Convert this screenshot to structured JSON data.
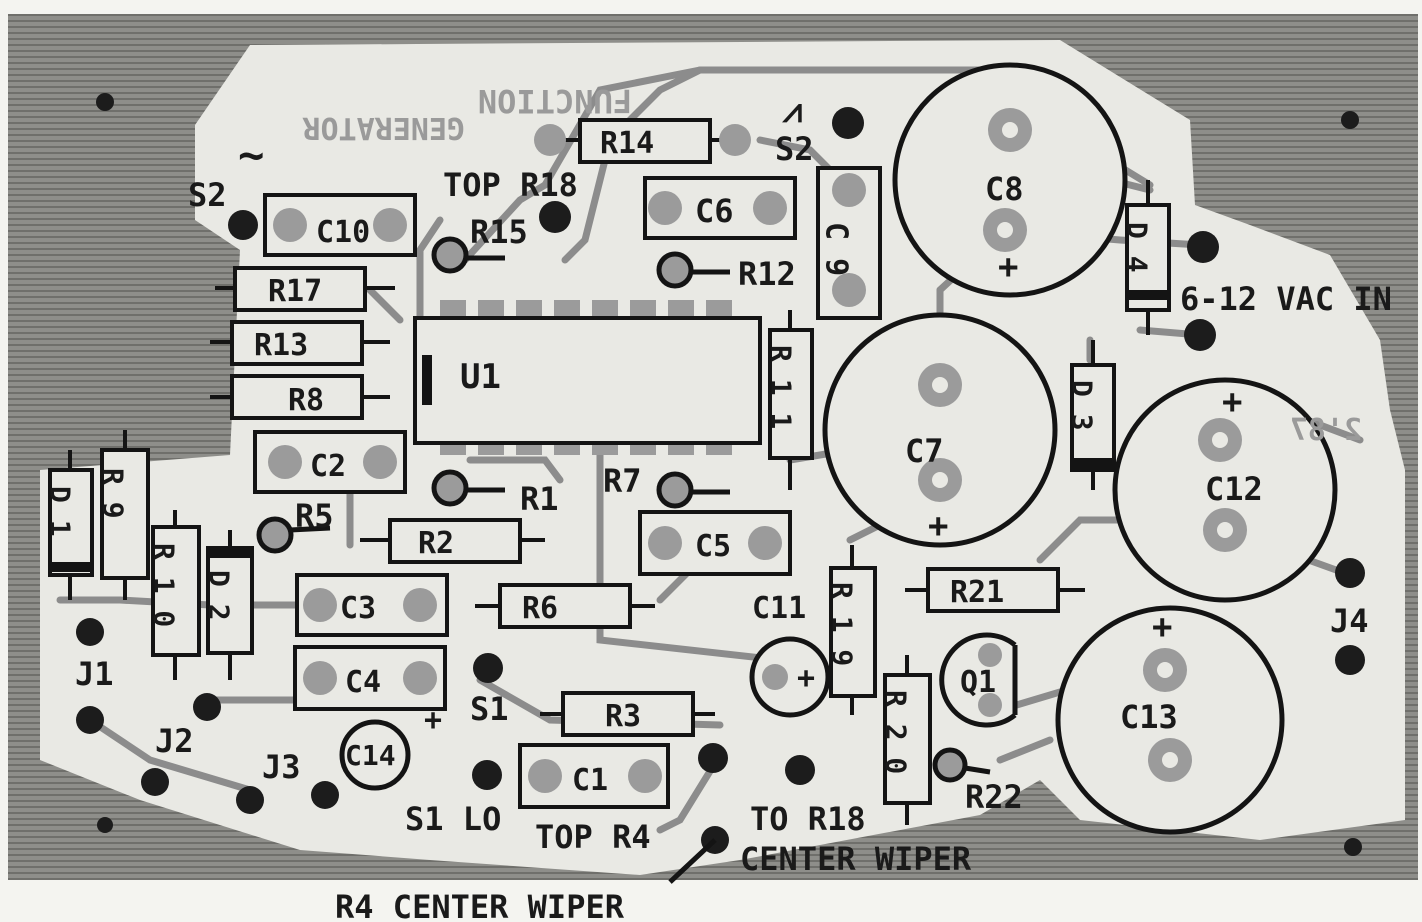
{
  "silkscreen": {
    "function_text": "FUNCTION",
    "generator_text": "GENERATOR",
    "year_text": "2'87"
  },
  "symbols": {
    "sine": "~",
    "square": "⩘"
  },
  "components": {
    "R14": "R14",
    "C6": "C6",
    "C9": "C 9",
    "C8": "C8",
    "D4": "D 4",
    "C10": "C10",
    "R17": "R17",
    "R13": "R13",
    "R8": "R8",
    "U1": "U1",
    "R11": "R 1 1",
    "C7": "C7",
    "D3": "D 3",
    "C12": "C12",
    "C2": "C2",
    "D1": "D 1",
    "R9": "R 9",
    "R10": "R 1 0",
    "D2": "D 2",
    "R2": "R2",
    "C5": "C5",
    "C3": "C3",
    "R6": "R6",
    "C4": "C4",
    "C11": "C11",
    "R19": "R 1 9",
    "R21": "R21",
    "Q1": "Q1",
    "C13": "C13",
    "R3": "R3",
    "C14": "C14",
    "C1": "C1",
    "R20": "R 2 0"
  },
  "labels": {
    "s2_left": "S2",
    "s2_right": "S2",
    "top_r18": "TOP R18",
    "r15": "R15",
    "r12": "R12",
    "vac_in": "6-12 VAC IN",
    "r5": "R5",
    "r1": "R1",
    "r7": "R7",
    "j1": "J1",
    "j2": "J2",
    "j3": "J3",
    "j4": "J4",
    "s1": "S1",
    "s1_lo": "S1 LO",
    "top_r4": "TOP R4",
    "to_r18": "TO R18",
    "center_wiper": "CENTER WIPER",
    "r22": "R22",
    "r4_center_wiper": "R4 CENTER WIPER",
    "plus": "+"
  }
}
